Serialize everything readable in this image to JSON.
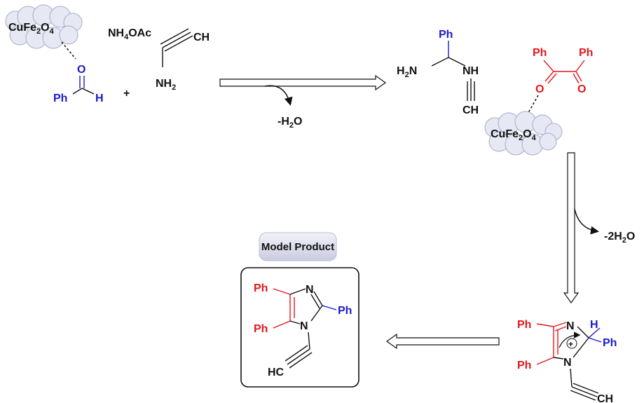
{
  "catalyst": {
    "name": "CuFe",
    "sub1": "2",
    "mid": "O",
    "sub2": "4"
  },
  "aldehyde": {
    "o": "O",
    "ph": "Ph",
    "h": "H"
  },
  "plus": "+",
  "ammonium": {
    "pre": "NH",
    "sub": "4",
    "post": "OAc"
  },
  "propargylamine": {
    "ch": "CH",
    "nh": "NH",
    "sub": "2"
  },
  "water1": {
    "pre": "-H",
    "sub": "2",
    "post": "O"
  },
  "water2": {
    "pre": "-2H",
    "sub": "2",
    "post": "O"
  },
  "intermediate": {
    "ph": "Ph",
    "h2n": "H",
    "h2n_sub": "2",
    "h2n_n": "N",
    "nh": "NH",
    "ch": "CH"
  },
  "benzil": {
    "ph1": "Ph",
    "ph2": "Ph",
    "o1": "O",
    "o2": "O"
  },
  "cyclic": {
    "ph1": "Ph",
    "ph2": "Ph",
    "ph3": "Ph",
    "n1": "N",
    "n2": "N",
    "h": "H",
    "plus": "+",
    "ch": "CH"
  },
  "product_label": "Model Product",
  "product": {
    "ph1": "Ph",
    "ph2": "Ph",
    "ph3": "Ph",
    "n1": "N",
    "n2": "N",
    "hc": "HC"
  }
}
